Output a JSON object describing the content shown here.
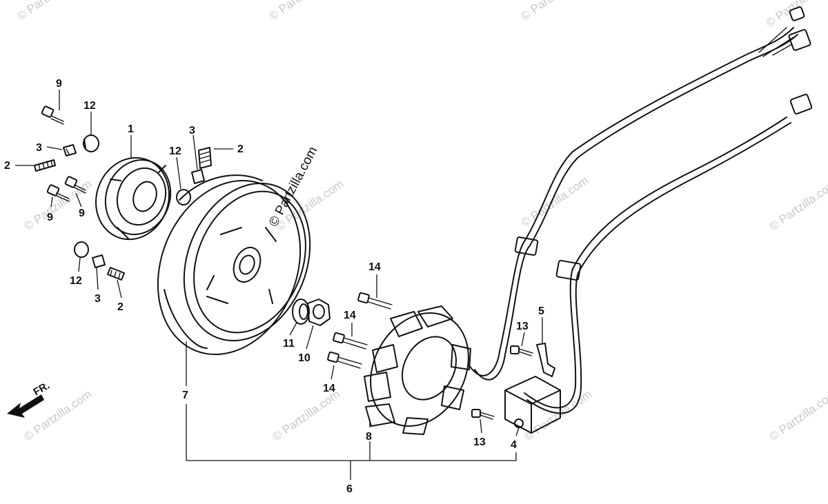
{
  "diagram": {
    "front_label": "FR.",
    "watermark_text": "© Partzilla.com",
    "callouts": {
      "c1": "1",
      "c2a": "2",
      "c2b": "2",
      "c2c": "2",
      "c3a": "3",
      "c3b": "3",
      "c3c": "3",
      "c4": "4",
      "c5": "5",
      "c6": "6",
      "c7": "7",
      "c8": "8",
      "c9a": "9",
      "c9b": "9",
      "c9c": "9",
      "c10": "10",
      "c11": "11",
      "c12a": "12",
      "c12b": "12",
      "c12c": "12",
      "c13a": "13",
      "c13b": "13",
      "c14a": "14",
      "c14b": "14",
      "c14c": "14"
    },
    "colors": {
      "ink": "#111111",
      "watermark": "#c8c8c8",
      "background": "#ffffff"
    }
  }
}
